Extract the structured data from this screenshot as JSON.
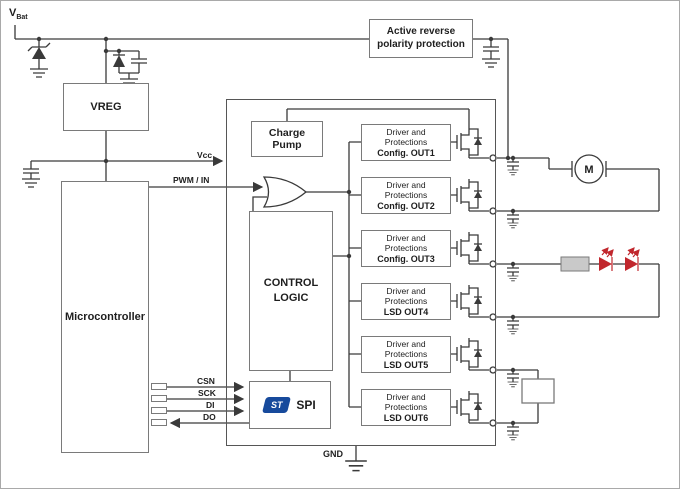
{
  "power": {
    "vbat_main": "V",
    "vbat_sub": "Bat",
    "protection_label": "Active reverse\npolarity protection"
  },
  "blocks": {
    "vreg": "VREG",
    "microcontroller": "Microcontroller"
  },
  "ic": {
    "charge_pump": "Charge\nPump",
    "control_logic": "CONTROL\nLOGIC",
    "spi": "SPI",
    "st_logo": "ST",
    "drivers": [
      {
        "title": "Driver and\nProtections",
        "name": "Config. OUT1"
      },
      {
        "title": "Driver and\nProtections",
        "name": "Config. OUT2"
      },
      {
        "title": "Driver and\nProtections",
        "name": "Config. OUT3"
      },
      {
        "title": "Driver and\nProtections",
        "name": "LSD OUT4"
      },
      {
        "title": "Driver and\nProtections",
        "name": "LSD OUT5"
      },
      {
        "title": "Driver and\nProtections",
        "name": "LSD OUT6"
      }
    ]
  },
  "signals": {
    "vcc": "Vcc",
    "pwm_in": "PWM / IN",
    "csn": "CSN",
    "sck": "SCK",
    "di": "DI",
    "do": "DO",
    "gnd": "GND"
  },
  "loads": {
    "motor_label": "M"
  },
  "colors": {
    "wire": "#3a3a3a",
    "box_border": "#7a7a7a",
    "led_red": "#c1272d",
    "st_blue": "#174a9c",
    "resistor_fill": "#c9c9c9"
  }
}
